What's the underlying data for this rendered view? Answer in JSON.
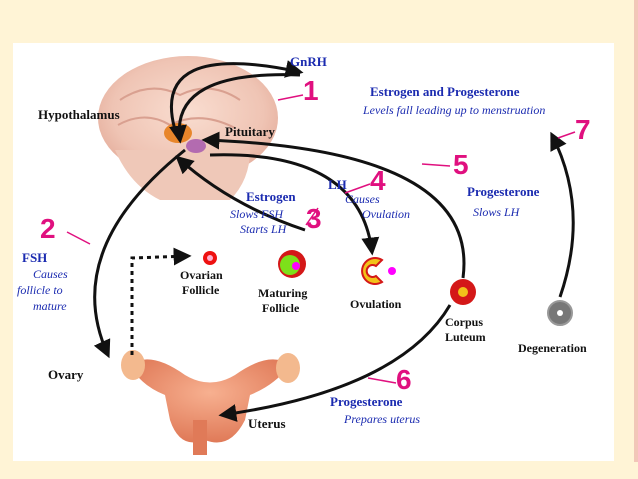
{
  "numbers": [
    "1",
    "2",
    "3",
    "4",
    "5",
    "6",
    "7"
  ],
  "labels": {
    "gnrh": "GnRH",
    "hypothalamus": "Hypothalamus",
    "pituitary": "Pituitary",
    "estrogen_progesterone_title": "Estrogen and Progesterone",
    "estrogen_progesterone_desc": "Levels fall leading up to menstruation",
    "estrogen": "Estrogen",
    "estrogen_desc1": "Slows FSH",
    "estrogen_desc2": "Starts LH",
    "lh": "LH",
    "lh_desc1": "Causes",
    "lh_desc2": "Ovulation",
    "progesterone_top": "Progesterone",
    "progesterone_top_desc": "Slows LH",
    "fsh": "FSH",
    "fsh_desc1": "Causes",
    "fsh_desc2": "follicle to",
    "fsh_desc3": "mature",
    "ovarian_follicle1": "Ovarian",
    "ovarian_follicle2": "Follicle",
    "maturing_follicle1": "Maturing",
    "maturing_follicle2": "Follicle",
    "ovulation": "Ovulation",
    "corpus_luteum1": "Corpus",
    "corpus_luteum2": "Luteum",
    "degeneration": "Degeneration",
    "ovary": "Ovary",
    "uterus": "Uterus",
    "progesterone_bottom": "Progesterone",
    "progesterone_bottom_desc": "Prepares uterus"
  },
  "colors": {
    "number": "#e0107f",
    "hormone_text": "#1b2bb0",
    "arrow": "#111111",
    "background": "#fff4d6"
  }
}
